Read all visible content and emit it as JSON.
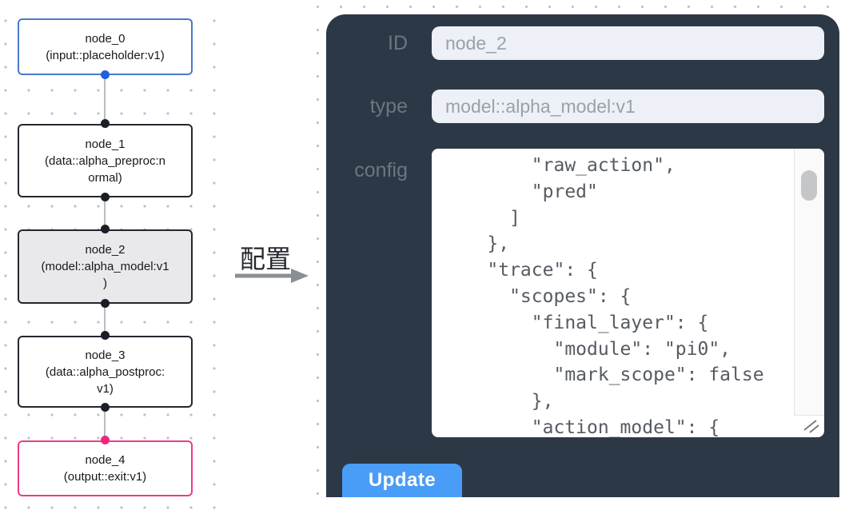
{
  "flow": {
    "nodes": [
      {
        "id": "node_0",
        "text": "node_0\n(input::placeholder:v1)",
        "variant": "input"
      },
      {
        "id": "node_1",
        "text": "node_1\n(data::alpha_preproc:n\normal)",
        "variant": "default"
      },
      {
        "id": "node_2",
        "text": "node_2\n(model::alpha_model:v1\n)",
        "variant": "selected"
      },
      {
        "id": "node_3",
        "text": "node_3\n(data::alpha_postproc:\nv1)",
        "variant": "default"
      },
      {
        "id": "node_4",
        "text": "node_4\n(output::exit:v1)",
        "variant": "output"
      }
    ]
  },
  "transition": {
    "label": "配置"
  },
  "panel": {
    "fields": [
      {
        "label": "ID",
        "value": "node_2"
      },
      {
        "label": "type",
        "value": "model::alpha_model:v1"
      }
    ],
    "config": {
      "label": "config",
      "text": "        \"raw_action\",\n        \"pred\"\n      ]\n    },\n    \"trace\": {\n      \"scopes\": {\n        \"final_layer\": {\n          \"module\": \"pi0\",\n          \"mark_scope\": false\n        },\n        \"action_model\": {"
    },
    "update_label": "Update"
  },
  "colors": {
    "panel_bg": "#2d3847",
    "input_bg": "#edf0f6",
    "label_text": "#6d7582",
    "button_blue": "#4a9df6",
    "node_input_border": "#4a7ac9",
    "node_output_border": "#ed3a8a",
    "node_default_border": "#23272e",
    "selected_node_bg": "#e9e9eb",
    "port_blue": "#1d62d8",
    "port_pink": "#f0267e",
    "port_dark": "#1b1e27",
    "edge_gray": "#b9bcc0"
  }
}
